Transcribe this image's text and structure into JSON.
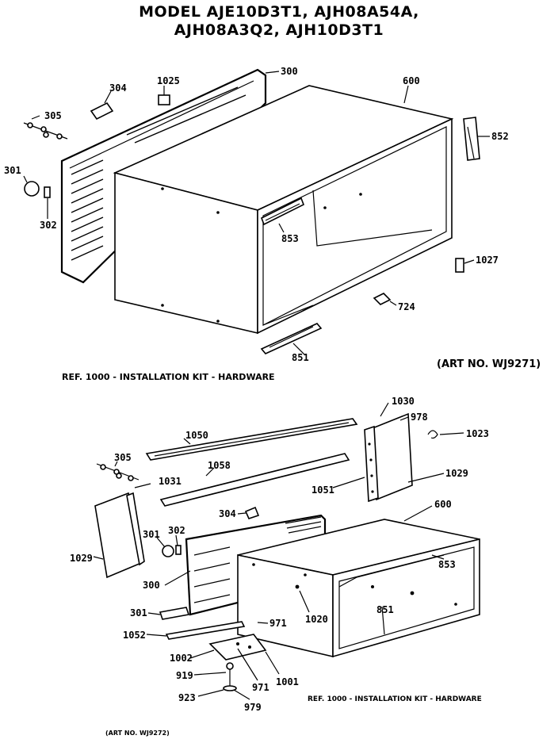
{
  "title": {
    "line1": "MODEL AJE10D3T1, AJH08A54A,",
    "line2": "AJH08A3Q2, AJH10D3T1"
  },
  "captions": {
    "top_ref": "REF. 1000 - INSTALLATION KIT - HARDWARE",
    "top_art": "(ART NO. WJ9271)",
    "bottom_ref": "REF. 1000 - INSTALLATION KIT - HARDWARE",
    "bottom_art": "(ART NO. WJ9272)"
  },
  "callouts_top": [
    "300",
    "304",
    "1025",
    "600",
    "305",
    "852",
    "301",
    "302",
    "853",
    "1027",
    "724",
    "851"
  ],
  "callouts_bottom": [
    "1030",
    "978",
    "1023",
    "1050",
    "305",
    "1058",
    "1031",
    "1051",
    "1029",
    "304",
    "600",
    "301",
    "302",
    "1029",
    "853",
    "300",
    "1020",
    "851",
    "301",
    "971",
    "1052",
    "1002",
    "971",
    "919",
    "1001",
    "923",
    "979"
  ]
}
